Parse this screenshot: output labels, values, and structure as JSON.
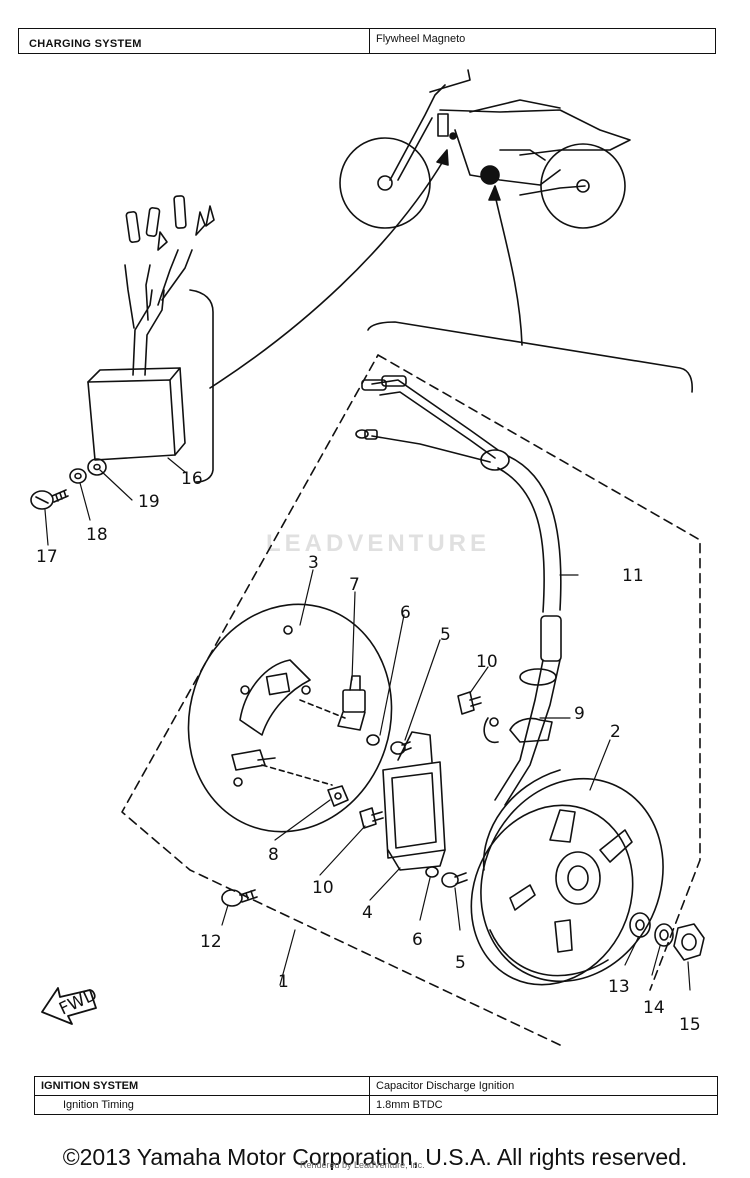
{
  "header": {
    "system_label": "CHARGING SYSTEM",
    "system_value": "Flywheel Magneto"
  },
  "callouts": {
    "c1": "1",
    "c2": "2",
    "c3": "3",
    "c4": "4",
    "c5a": "5",
    "c5b": "5",
    "c6a": "6",
    "c6b": "6",
    "c7": "7",
    "c8": "8",
    "c9": "9",
    "c10a": "10",
    "c10b": "10",
    "c11": "11",
    "c12": "12",
    "c13": "13",
    "c14": "14",
    "c15": "15",
    "c16": "16",
    "c17": "17",
    "c18": "18",
    "c19": "19"
  },
  "fwd_label": "FWD",
  "watermark": "LEADVENTURE",
  "ignition": {
    "rows": [
      {
        "label": "IGNITION SYSTEM",
        "value": "Capacitor Discharge Ignition"
      },
      {
        "label": "Ignition Timing",
        "value": "1.8mm BTDC"
      }
    ]
  },
  "footer": {
    "copyright": "©2013 Yamaha Motor Corporation, U.S.A. All rights reserved.",
    "rendered": "Rendered by LeadVenture, Inc."
  }
}
